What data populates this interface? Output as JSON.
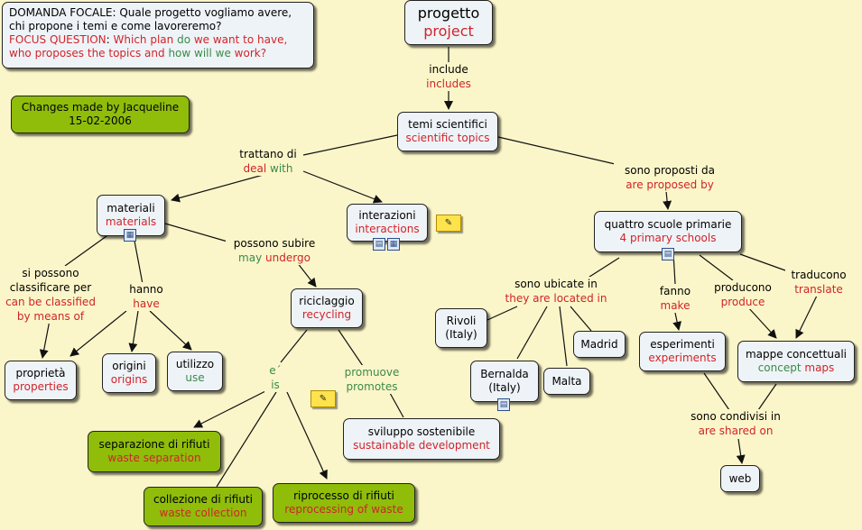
{
  "header": {
    "focus_lines": [
      "DOMANDA FOCALE: Quale progetto vogliamo avere,",
      "chi propone i temi e come lavoreremo?"
    ],
    "focus_en_line1": [
      {
        "text": "FOCUS QUESTION",
        "color": "red"
      },
      {
        "text": ": ",
        "color": "black"
      },
      {
        "text": "Which plan ",
        "color": "red"
      },
      {
        "text": "do ",
        "color": "green"
      },
      {
        "text": "we want to have,",
        "color": "red"
      }
    ],
    "focus_en_line2": [
      {
        "text": "who proposes the topics and ",
        "color": "red"
      },
      {
        "text": "how will we ",
        "color": "green"
      },
      {
        "text": "work?",
        "color": "red"
      }
    ],
    "changes": [
      "Changes made by Jacqueline",
      "15-02-2006"
    ]
  },
  "colors": {
    "background": "#fbf6c9",
    "node": "#eef3f7",
    "green_node": "#8fbd0a",
    "red_text": "#d0242a",
    "green_text": "#3b8a4a"
  },
  "nodes": {
    "project": [
      "progetto",
      "project"
    ],
    "topics": [
      "temi scientifici",
      "scientific topics"
    ],
    "materials": [
      "materiali",
      "materials"
    ],
    "interactions": [
      "interazioni",
      "interactions"
    ],
    "schools": [
      "quattro scuole primarie",
      "4 primary schools"
    ],
    "properties": [
      "proprietà",
      "properties"
    ],
    "origins": [
      "origini",
      "origins"
    ],
    "use": [
      "utilizzo",
      "use"
    ],
    "recycling": [
      "riciclaggio",
      "recycling"
    ],
    "rivoli": [
      "Rivoli",
      "(Italy)"
    ],
    "bernalda": [
      "Bernalda",
      "(Italy)"
    ],
    "malta": [
      "Malta"
    ],
    "madrid": [
      "Madrid"
    ],
    "experiments": [
      "esperimenti",
      "experiments"
    ],
    "maps": [
      "mappe concettuali"
    ],
    "maps_en": [
      "concept ",
      "maps"
    ],
    "waste_sep": [
      "separazione di rifiuti",
      "waste separation"
    ],
    "waste_col": [
      "collezione di rifiuti",
      "waste collection"
    ],
    "waste_rep": [
      "riprocesso di rifiuti",
      "reprocessing of waste"
    ],
    "sustainable": [
      "sviluppo sostenibile",
      "sustainable development"
    ],
    "web": [
      "web"
    ]
  },
  "labels": {
    "include": [
      "include",
      "includes"
    ],
    "deal": [
      "trattano di",
      "deal",
      "with"
    ],
    "proposed": [
      "sono proposti da",
      "are proposed by"
    ],
    "classified": [
      "si possono",
      "classificare per",
      "can be classified",
      "by means of"
    ],
    "have": [
      "hanno",
      "have"
    ],
    "undergo": [
      "possono subire",
      "may",
      "undergo"
    ],
    "located": [
      "sono ubicate in",
      "they are located in"
    ],
    "make": [
      "fanno",
      "make"
    ],
    "produce": [
      "producono",
      "produce"
    ],
    "translate": [
      "traducono",
      "translate"
    ],
    "is": [
      "e´",
      "is"
    ],
    "promotes": [
      "promuove",
      "promotes"
    ],
    "shared": [
      "sono condivisi in",
      "are shared on"
    ]
  },
  "icons": {
    "submap": "sitemap-icon",
    "document": "document-icon",
    "note": "annotation-note-icon"
  }
}
